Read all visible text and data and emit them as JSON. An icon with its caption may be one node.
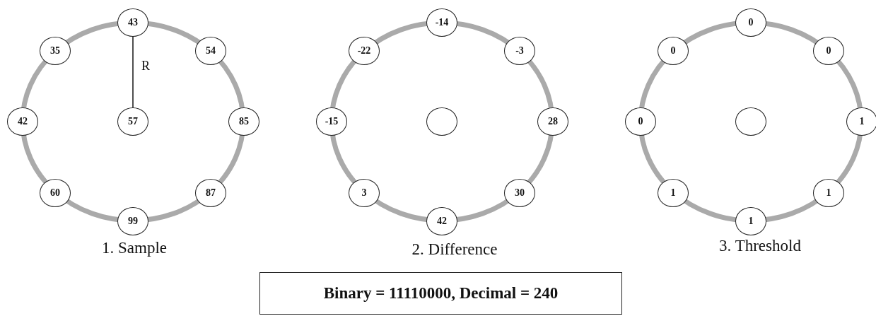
{
  "diagram": {
    "nodes": [
      {
        "text": [
          "43"
        ]
      },
      {
        "text": [
          "35"
        ]
      },
      {
        "text": [
          "54"
        ]
      },
      {
        "text": [
          "42"
        ]
      },
      {
        "text": [
          "57"
        ]
      },
      {
        "text": [
          "85"
        ]
      },
      {
        "text": [
          "60"
        ]
      },
      {
        "text": [
          "87"
        ]
      },
      {
        "text": [
          "99"
        ]
      },
      {
        "text": [
          "-14"
        ]
      },
      {
        "text": [
          "-22"
        ]
      },
      {
        "text": [
          "-3"
        ]
      },
      {
        "text": [
          "-15"
        ]
      },
      {
        "text": [],
        "shape": "circle"
      },
      {
        "text": [
          "28"
        ]
      },
      {
        "text": [
          "3"
        ]
      },
      {
        "text": [
          "30"
        ]
      },
      {
        "text": [
          "42"
        ]
      },
      {
        "text": [
          "0"
        ]
      },
      {
        "text": [
          "0"
        ]
      },
      {
        "text": [
          "0"
        ]
      },
      {
        "text": [
          "0"
        ]
      },
      {
        "text": [],
        "shape": "circle"
      },
      {
        "text": [
          "1"
        ]
      },
      {
        "text": [
          "1"
        ]
      },
      {
        "text": [
          "1"
        ]
      },
      {
        "text": [
          "1"
        ]
      },
      {
        "text": [
          "Binary = 11110000, Decimal = 240"
        ]
      }
    ],
    "edges": [
      {
        "from": 0,
        "to": 4,
        "arrow": "none",
        "label": "R"
      }
    ],
    "labels": [
      "1. Sample",
      "2. Difference",
      "3. Threshold"
    ]
  }
}
